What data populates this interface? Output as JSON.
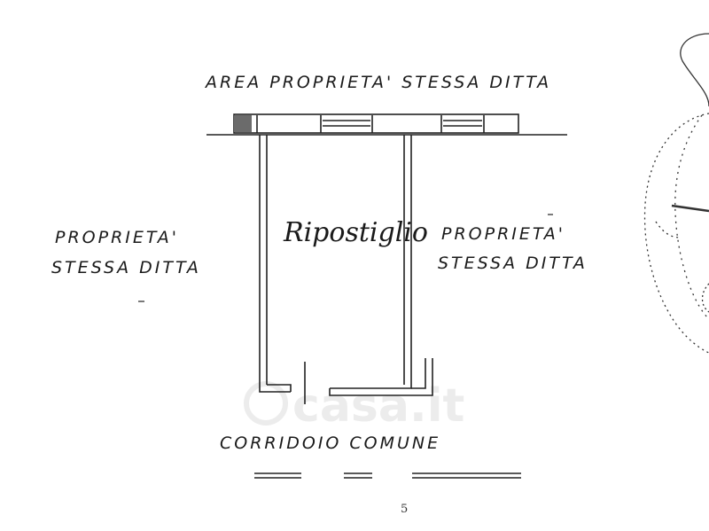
{
  "labels": {
    "top_area": "AREA PROPRIETA' STESSA DITTA",
    "left_line1": "PROPRIETA'",
    "left_line2": "STESSA DITTA",
    "room": "Ripostiglio",
    "right_line1": "PROPRIETA'",
    "right_line2": "STESSA DITTA",
    "corridor": "CORRIDOIO COMUNE",
    "page_mark": "5"
  },
  "watermark": {
    "text": "casa.it"
  },
  "colors": {
    "ink": "#1a1a1a",
    "watermark": "#ececec",
    "hatch": "#6b6b6b"
  }
}
